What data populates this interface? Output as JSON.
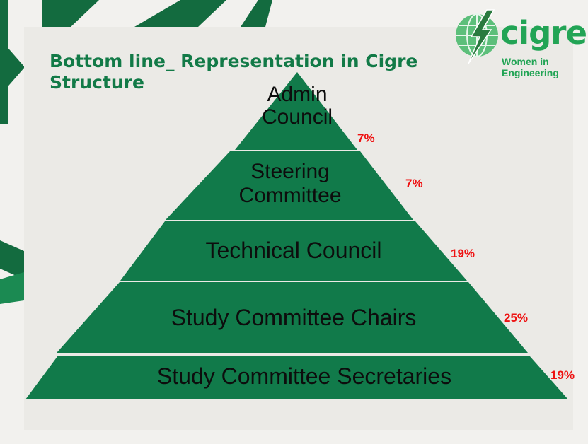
{
  "slide": {
    "title_line1": "Bottom line_ Representation in Cigre",
    "title_line2": "Structure"
  },
  "logo": {
    "wordmark": "cigre",
    "subtitle_line1": "Women in",
    "subtitle_line2": "Engineering",
    "color": "#22a455",
    "icon": "globe-bolt-icon"
  },
  "colors": {
    "pyramid_fill": "#117a4a",
    "title": "#127a47",
    "percent": "#ee1111",
    "frame_dark": "#136b3f"
  },
  "pyramid": {
    "tiers": [
      {
        "label_line1": "Admin",
        "label_line2": "Council",
        "percent": "7%"
      },
      {
        "label_line1": "Steering",
        "label_line2": "Committee",
        "percent": "7%"
      },
      {
        "label_line1": "Technical Council",
        "label_line2": "",
        "percent": "19%"
      },
      {
        "label_line1": "Study Committee Chairs",
        "label_line2": "",
        "percent": "25%"
      },
      {
        "label_line1": "Study Committee Secretaries",
        "label_line2": "",
        "percent": "19%"
      }
    ]
  }
}
